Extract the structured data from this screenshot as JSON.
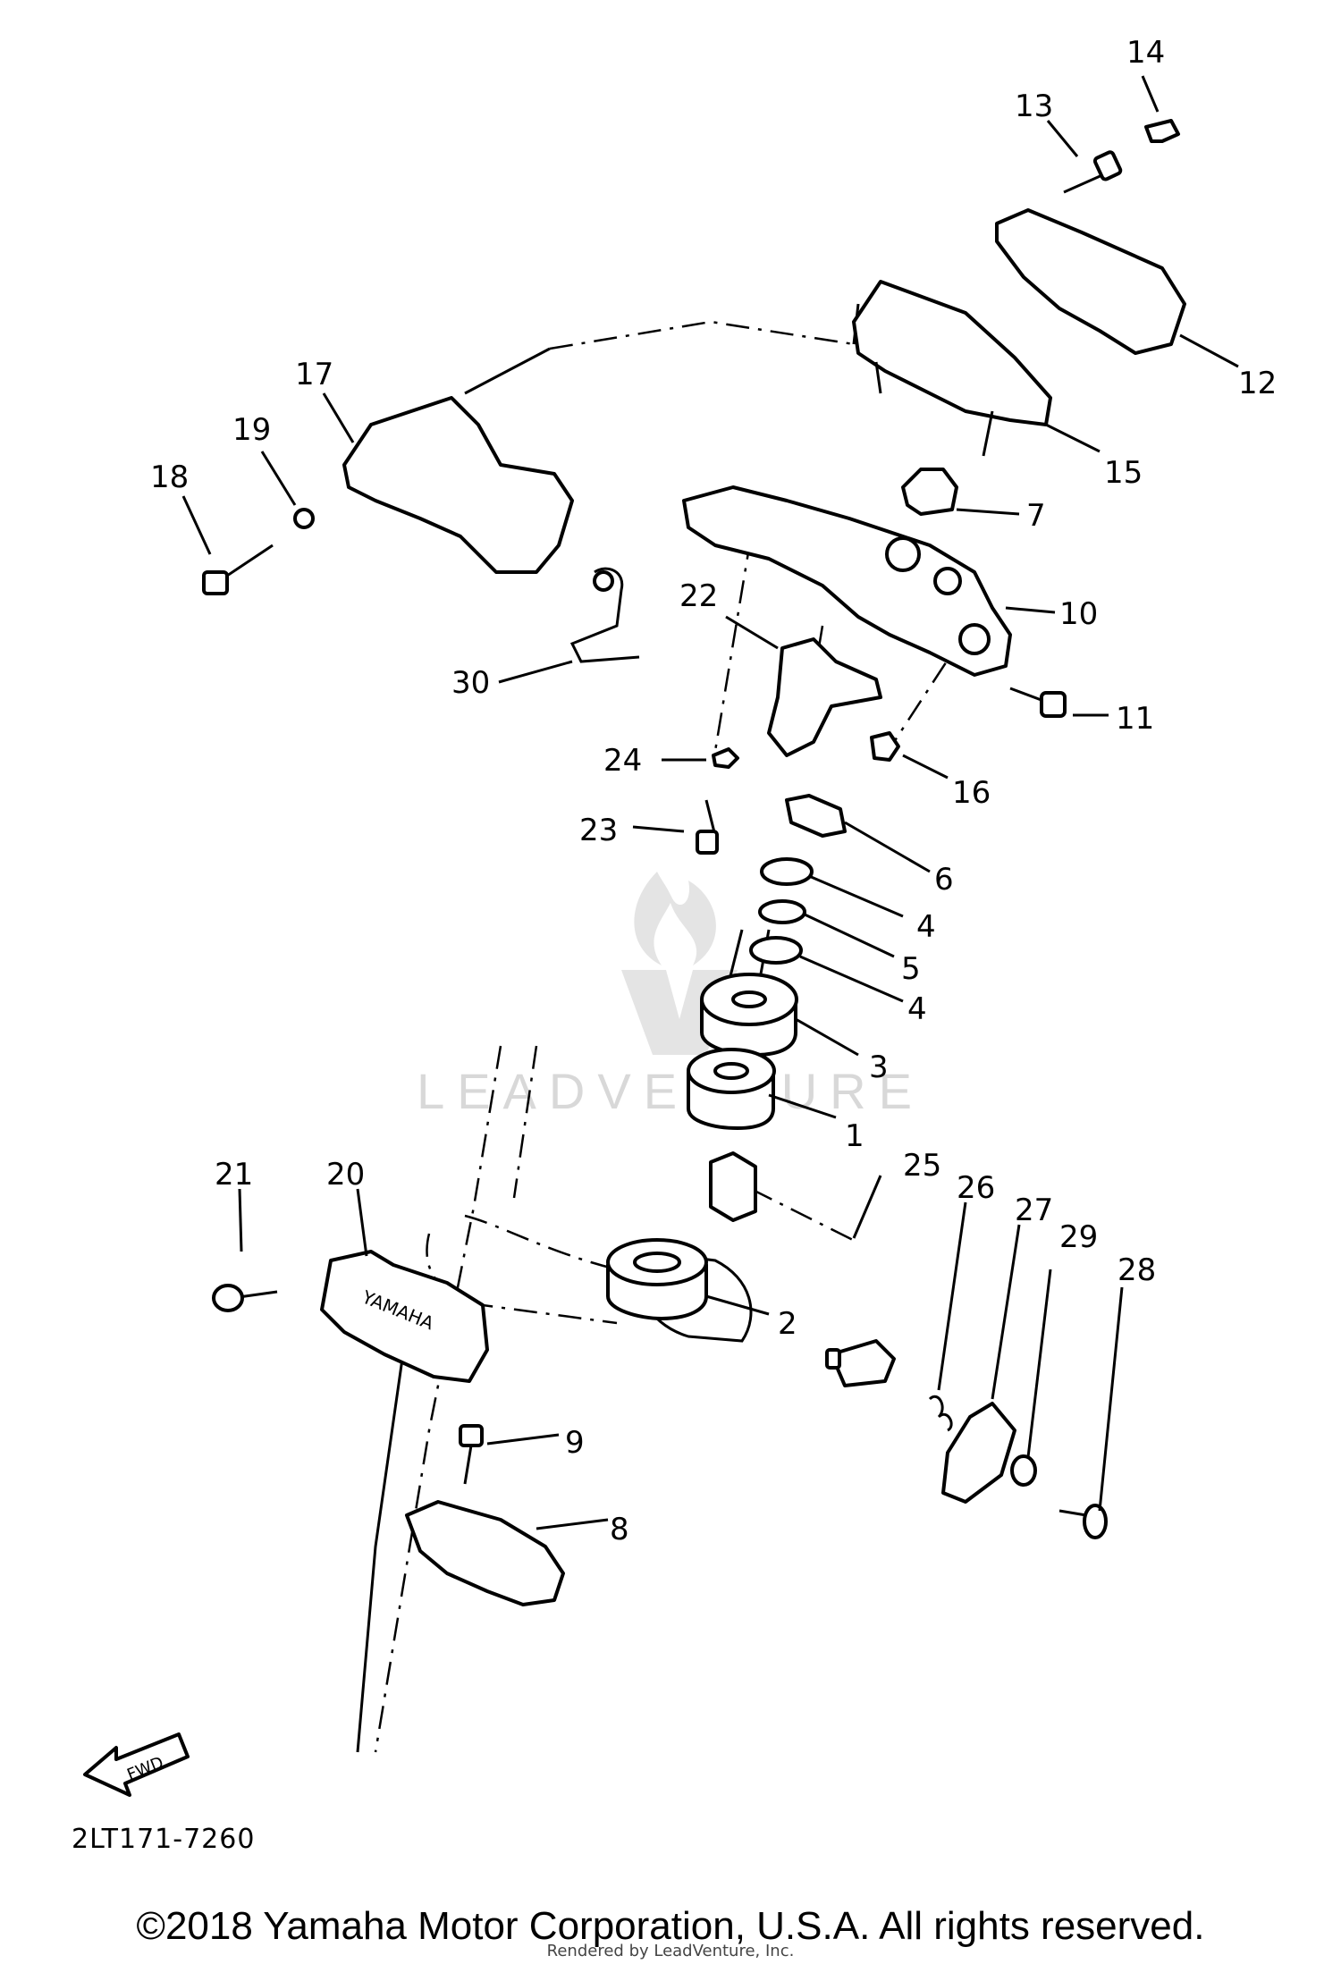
{
  "watermark": {
    "text": "LEADVENTURE"
  },
  "fwd_label": "FWD",
  "emblem_text": "YAMAHA",
  "diagram_code": "2LT171-7260",
  "copyright": "©2018 Yamaha Motor Corporation, U.S.A. All rights reserved.",
  "rendered_by": "Rendered by LeadVenture, Inc.",
  "callouts": [
    "14",
    "13",
    "12",
    "17",
    "15",
    "19",
    "18",
    "7",
    "10",
    "22",
    "30",
    "11",
    "24",
    "16",
    "23",
    "6",
    "4",
    "5",
    "4",
    "3",
    "1",
    "25",
    "21",
    "20",
    "26",
    "27",
    "29",
    "28",
    "2",
    "9",
    "8"
  ]
}
